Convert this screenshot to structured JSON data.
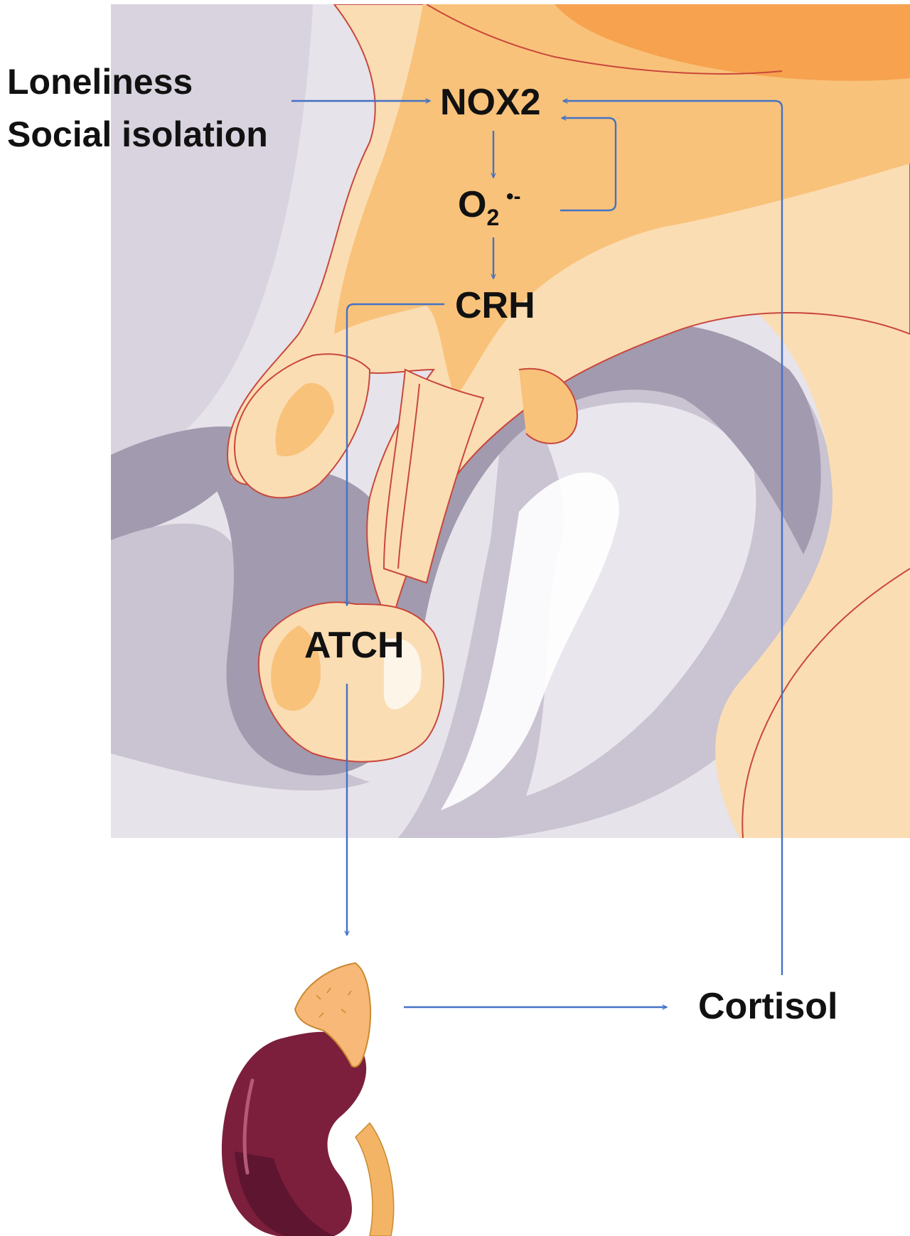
{
  "labels": {
    "loneliness": "Loneliness",
    "social_isolation": "Social isolation",
    "nox2": "NOX2",
    "superoxide_base": "O",
    "superoxide_sub": "2",
    "superoxide_sup": "•-",
    "crh": "CRH",
    "atch": "ATCH",
    "cortisol": "Cortisol"
  },
  "colors": {
    "arrow": "#4472c4",
    "text": "#111111",
    "brain_bg": "#e6e3ea",
    "brain_fold": "#c9c3d2",
    "brain_deep": "#a29aaf",
    "hypothalamus_light": "#fbddb4",
    "hypothalamus_mid": "#f9c27a",
    "hypothalamus_deep": "#f6a24e",
    "outline": "#c9473c",
    "kidney": "#7c1f3c",
    "kidney_shade": "#5e1530",
    "adrenal": "#f7b878",
    "ureter": "#f3b565"
  }
}
